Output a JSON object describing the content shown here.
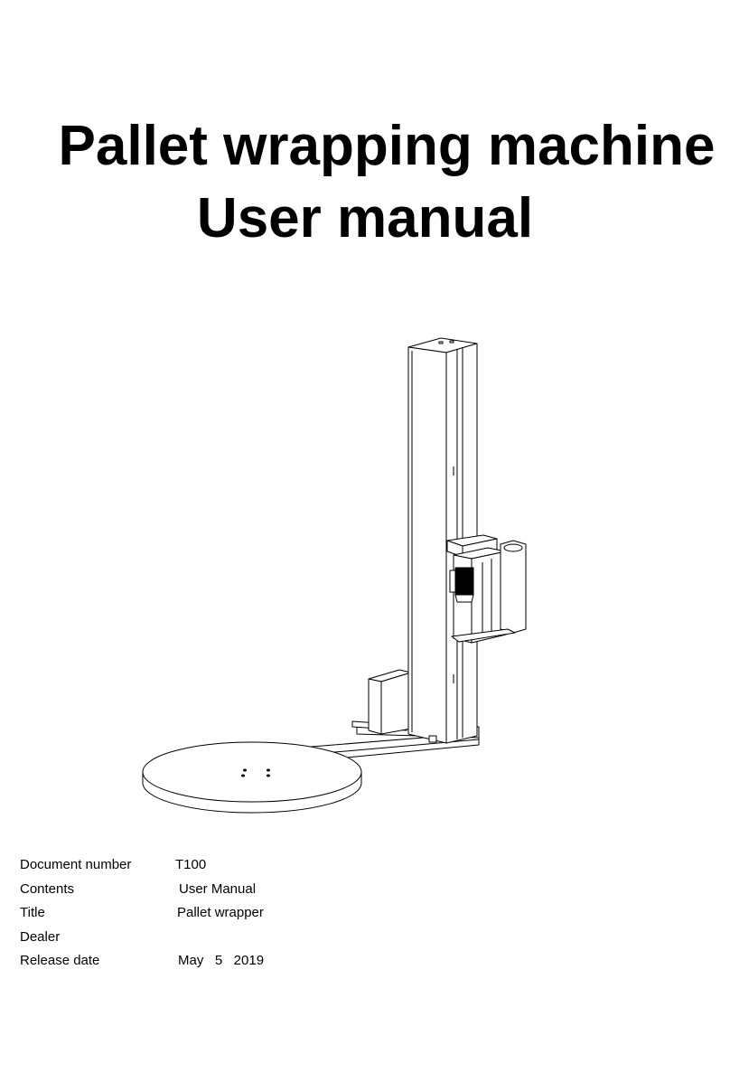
{
  "document": {
    "title_line1": "Pallet wrapping machine",
    "title_line2": "User manual"
  },
  "illustration": {
    "icon": "pallet-wrapping-machine-drawing",
    "line_color": "#000000",
    "fill_color": "#ffffff"
  },
  "meta": {
    "rows": [
      {
        "label": "Document number",
        "value": "T100"
      },
      {
        "label": "Contents",
        "value": "User Manual"
      },
      {
        "label": "Title",
        "value": "Pallet wrapper"
      },
      {
        "label": "Dealer",
        "value": ""
      },
      {
        "label": "Release date",
        "value": "May   5   2019"
      }
    ]
  }
}
